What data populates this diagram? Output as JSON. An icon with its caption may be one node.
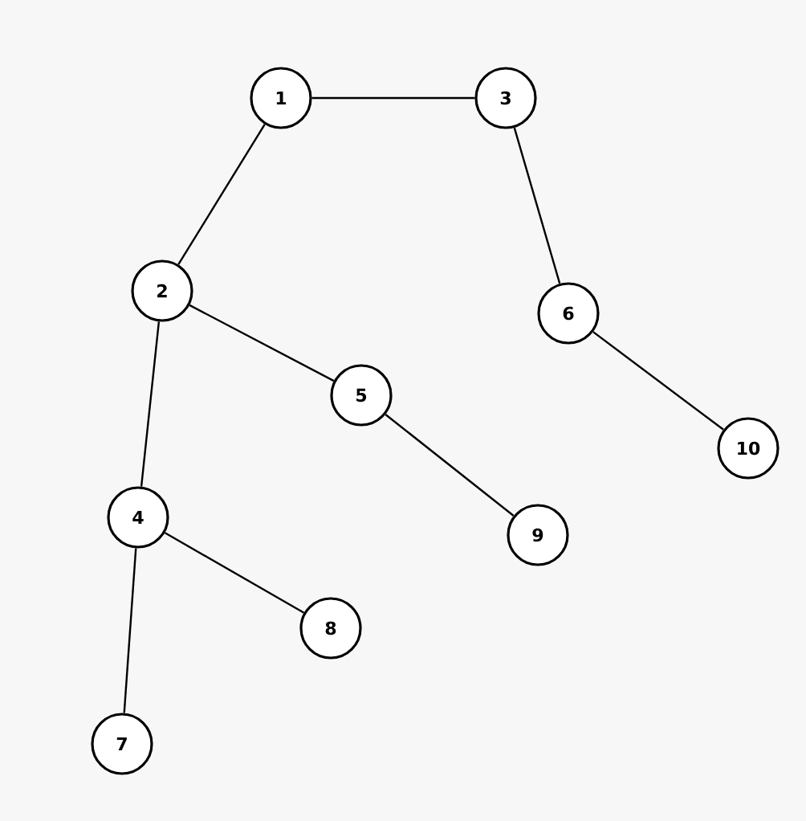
{
  "diagram": {
    "nodes": [
      {
        "text": [
          "1"
        ]
      },
      {
        "text": [
          "2"
        ]
      },
      {
        "text": [
          "3"
        ]
      },
      {
        "text": [
          "4"
        ]
      },
      {
        "text": [
          "5"
        ]
      },
      {
        "text": [
          "6"
        ]
      },
      {
        "text": [
          "7"
        ]
      },
      {
        "text": [
          "8"
        ]
      },
      {
        "text": [
          "9"
        ]
      },
      {
        "text": [
          "10"
        ]
      }
    ],
    "edges": [
      {
        "from": 0,
        "to": 2,
        "arrow": "none"
      },
      {
        "from": 0,
        "to": 1,
        "arrow": "none"
      },
      {
        "from": 2,
        "to": 5,
        "arrow": "none"
      },
      {
        "from": 1,
        "to": 4,
        "arrow": "none"
      },
      {
        "from": 1,
        "to": 3,
        "arrow": "none"
      },
      {
        "from": 5,
        "to": 9,
        "arrow": "none"
      },
      {
        "from": 4,
        "to": 8,
        "arrow": "none"
      },
      {
        "from": 3,
        "to": 7,
        "arrow": "none"
      },
      {
        "from": 3,
        "to": 6,
        "arrow": "none"
      }
    ]
  }
}
